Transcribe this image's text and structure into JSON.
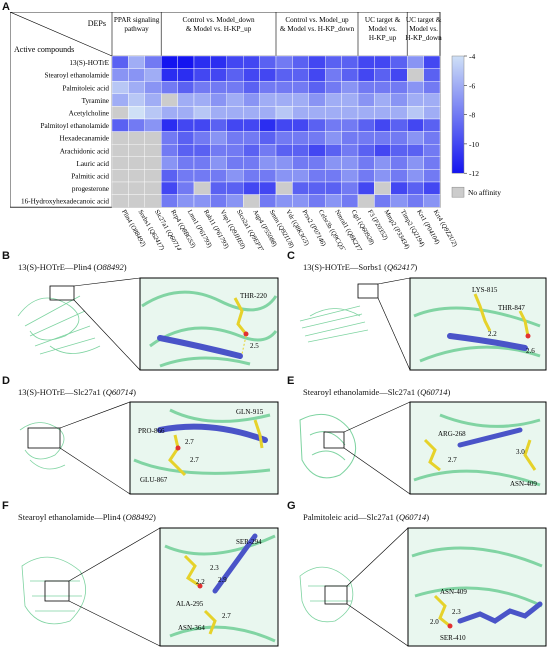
{
  "panels": {
    "A": {
      "letter": "A",
      "corner_top": "DEPs",
      "corner_bottom": "Active compounds",
      "groups": [
        {
          "label_lines": [
            "PPAR signaling",
            "pathway"
          ]
        },
        {
          "label_lines": [
            "Control vs. Model_down",
            "& Model vs. H-KP_up"
          ]
        },
        {
          "label_lines": [
            "Control vs. Model_up",
            "& Model vs. H-KP_down"
          ]
        },
        {
          "label_lines": [
            "UC target &",
            "Model vs.",
            "H-KP_up"
          ]
        },
        {
          "label_lines": [
            "UC target &",
            "Model vs.",
            "H-KP_down"
          ]
        }
      ],
      "rows": [
        "13(S)-HOTrE",
        "Stearoyl ethanolamide",
        "Palmitoleic acid",
        "Tyramine",
        "Acetylcholine",
        "Palmitoyl ethanolamide",
        "Hexadecanamide",
        "Arachidonic acid",
        "Lauric acid",
        "Palmitic acid",
        "progesterone",
        "16-Hydroxyhexadecanoic acid"
      ],
      "columns": [
        {
          "gene": "Plin4",
          "id": "O88492"
        },
        {
          "gene": "Sorbs1",
          "id": "Q62417"
        },
        {
          "gene": "Slc27a1",
          "id": "Q60714"
        },
        {
          "gene": "Rrp4",
          "id": "Q8BGS3"
        },
        {
          "gene": "Lmn1",
          "id": "P61793"
        },
        {
          "gene": "Rab11",
          "id": "P61793"
        },
        {
          "gene": "Vnp1",
          "id": "Q9JHE0"
        },
        {
          "gene": "Slco2a1",
          "id": "Q9EPT5"
        },
        {
          "gene": "Aqp4",
          "id": "P55088"
        },
        {
          "gene": "Smtn",
          "id": "Q921U8"
        },
        {
          "gene": "Vdr",
          "id": "Q8K3G5"
        },
        {
          "gene": "Prss2",
          "id": "P07146"
        },
        {
          "gene": "Celsr3b",
          "id": "Q9CQ52"
        },
        {
          "gene": "Nmral1",
          "id": "Q8K2T7"
        },
        {
          "gene": "Cgrl",
          "id": "Q60928"
        },
        {
          "gene": "F3",
          "id": "P20352"
        },
        {
          "gene": "Mmp2",
          "id": "P33434"
        },
        {
          "gene": "Timp2",
          "id": "Q2194"
        },
        {
          "gene": "Krt1",
          "id": "P04104"
        },
        {
          "gene": "Krt4",
          "id": "Q9Z2U2"
        }
      ],
      "group_spans": [
        [
          0,
          2
        ],
        [
          3,
          9
        ],
        [
          10,
          14
        ],
        [
          15,
          17
        ],
        [
          18,
          19
        ]
      ],
      "matrix": [
        [
          -9,
          -6,
          -8,
          -12,
          -12,
          -11,
          -11,
          -10,
          -10,
          -9,
          -8,
          -9,
          -10,
          -9,
          -9,
          -10,
          -10,
          -9,
          -7,
          -10
        ],
        [
          -7,
          -7,
          -6,
          -11,
          -11,
          -10,
          -10,
          -9,
          -10,
          -10,
          -9,
          -9,
          -10,
          -8,
          -9,
          -10,
          -9,
          -10,
          null,
          -9
        ],
        [
          -5,
          -6,
          -7,
          -8,
          -9,
          -8,
          -8,
          -8,
          -9,
          -8,
          -8,
          -8,
          -9,
          -8,
          -7,
          -8,
          -8,
          -8,
          -7,
          -8
        ],
        [
          -6,
          -5,
          -6,
          null,
          -6,
          -6,
          -7,
          -6,
          -7,
          -6,
          -6,
          -6,
          -7,
          -6,
          -6,
          -7,
          -6,
          -7,
          -6,
          -6
        ],
        [
          null,
          -4,
          -5,
          -6,
          -6,
          -5,
          -6,
          -6,
          -6,
          -6,
          -5,
          -6,
          -6,
          -6,
          -6,
          -6,
          -6,
          -6,
          -5,
          -6
        ],
        [
          -9,
          -8,
          -7,
          -11,
          -10,
          -10,
          -9,
          -10,
          -10,
          -11,
          -10,
          -10,
          -9,
          -8,
          -8,
          -9,
          -10,
          -9,
          -10,
          -9
        ],
        [
          null,
          null,
          null,
          -8,
          -9,
          -8,
          -7,
          -8,
          -8,
          -9,
          -8,
          -8,
          -8,
          -7,
          -8,
          -8,
          -8,
          -8,
          -7,
          -8
        ],
        [
          null,
          null,
          null,
          -8,
          -9,
          -9,
          -8,
          -8,
          -9,
          -8,
          -9,
          -9,
          -10,
          -9,
          -8,
          -9,
          -10,
          -9,
          -9,
          -8
        ],
        [
          null,
          null,
          null,
          -7,
          -8,
          -8,
          -7,
          -8,
          -8,
          -7,
          -7,
          -8,
          -8,
          -7,
          -7,
          -8,
          -7,
          -8,
          -7,
          -8
        ],
        [
          null,
          null,
          null,
          -9,
          -8,
          -8,
          -8,
          -7,
          -8,
          -8,
          -7,
          -7,
          -8,
          -8,
          -7,
          -8,
          -7,
          -8,
          -7,
          -8
        ],
        [
          null,
          null,
          null,
          -10,
          -8,
          null,
          -9,
          -9,
          -10,
          -10,
          null,
          -9,
          -9,
          -9,
          -8,
          -10,
          null,
          -10,
          -9,
          -10
        ],
        [
          null,
          null,
          null,
          -8,
          -7,
          -7,
          -8,
          -7,
          null,
          -8,
          -7,
          -7,
          -8,
          -7,
          -8,
          null,
          -8,
          -7,
          -8,
          -7
        ]
      ],
      "legend": {
        "ticks": [
          "-4",
          "-6",
          "-8",
          "-10",
          "-12"
        ],
        "no_affinity_label": "No affinity",
        "color_light": "#cfe0f6",
        "color_dark": "#1414f0",
        "no_affinity_color": "#cccccc"
      }
    },
    "B": {
      "letter": "B",
      "pair": "13(S)-HOTrE—Plin4 (",
      "id": "O88492",
      "close": ")",
      "residues": [
        "THR-220"
      ],
      "distances": [
        "2.5"
      ]
    },
    "C": {
      "letter": "C",
      "pair": "13(S)-HOTrE—Sorbs1 (",
      "id": "Q62417",
      "close": ")",
      "residues": [
        "LYS-815",
        "THR-847"
      ],
      "distances": [
        "2.2",
        "2.6"
      ]
    },
    "D": {
      "letter": "D",
      "pair": "13(S)-HOTrE—Slc27a1 (",
      "id": "Q60714",
      "close": ")",
      "residues": [
        "PRO-866",
        "GLN-915",
        "GLU-867"
      ],
      "distances": [
        "2.7",
        "2.7"
      ]
    },
    "E": {
      "letter": "E",
      "pair": "Stearoyl ethanolamide—Slc27a1 (",
      "id": "Q60714",
      "close": ")",
      "residues": [
        "ARG-268",
        "ASN-409"
      ],
      "distances": [
        "2.7",
        "3.0"
      ]
    },
    "F": {
      "letter": "F",
      "pair": "Stearoyl ethanolamide—Plin4 (",
      "id": "O88492",
      "close": ")",
      "residues": [
        "SER-294",
        "ALA-295",
        "ASN-364"
      ],
      "distances": [
        "2.3",
        "2.2",
        "2.9",
        "2.7"
      ]
    },
    "G": {
      "letter": "G",
      "pair": "Palmitoleic acid—Slc27a1 (",
      "id": "Q60714",
      "close": ")",
      "residues": [
        "ASN-409",
        "SER-410"
      ],
      "distances": [
        "2.3",
        "2.0"
      ]
    }
  },
  "colors": {
    "protein_green": "#5fc98a",
    "ligand_blue": "#4a54c8",
    "residue_yellow": "#e6d22a",
    "oxygen_red": "#e23030"
  }
}
